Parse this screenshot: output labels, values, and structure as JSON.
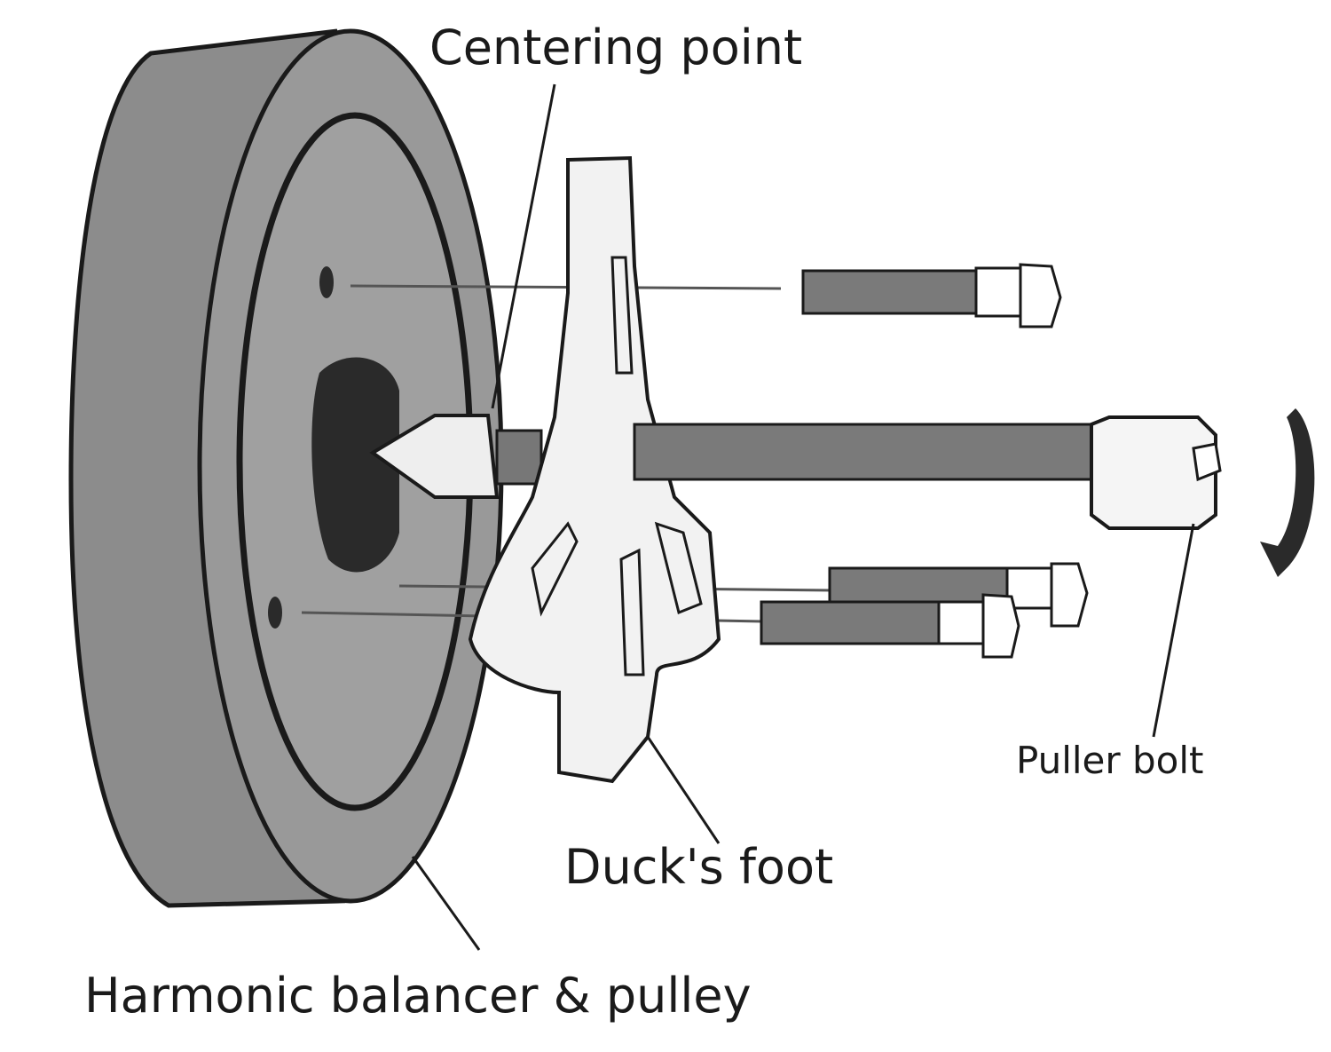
{
  "labels": {
    "centering_point": "Centering point",
    "puller_bolt": "Puller bolt",
    "ducks_foot": "Duck's foot",
    "harmonic_balancer": "Harmonic balancer & pulley"
  },
  "colors": {
    "body": "#8a8a8a",
    "outline": "#1a1a1a",
    "hub": "#2a2a2a",
    "bolt": "#7a7a7a",
    "background": "#ffffff"
  }
}
